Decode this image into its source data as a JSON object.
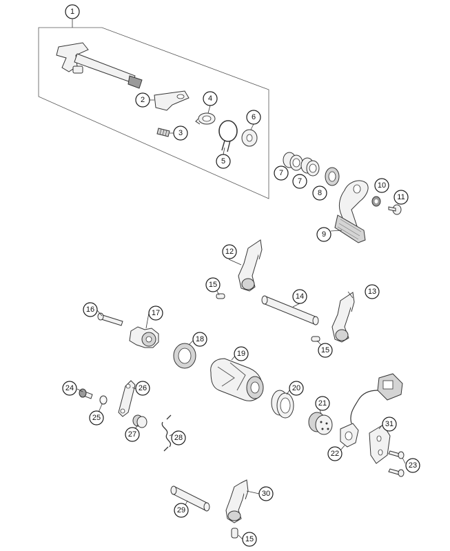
{
  "diagram": {
    "callouts": [
      {
        "id": "c1",
        "label": "1"
      },
      {
        "id": "c2",
        "label": "2"
      },
      {
        "id": "c3",
        "label": "3"
      },
      {
        "id": "c4",
        "label": "4"
      },
      {
        "id": "c5",
        "label": "5"
      },
      {
        "id": "c6",
        "label": "6"
      },
      {
        "id": "c7a",
        "label": "7"
      },
      {
        "id": "c7b",
        "label": "7"
      },
      {
        "id": "c8",
        "label": "8"
      },
      {
        "id": "c9",
        "label": "9"
      },
      {
        "id": "c10",
        "label": "10"
      },
      {
        "id": "c11",
        "label": "11"
      },
      {
        "id": "c12",
        "label": "12"
      },
      {
        "id": "c13",
        "label": "13"
      },
      {
        "id": "c14",
        "label": "14"
      },
      {
        "id": "c15a",
        "label": "15"
      },
      {
        "id": "c15b",
        "label": "15"
      },
      {
        "id": "c15c",
        "label": "15"
      },
      {
        "id": "c16",
        "label": "16"
      },
      {
        "id": "c17",
        "label": "17"
      },
      {
        "id": "c18",
        "label": "18"
      },
      {
        "id": "c19",
        "label": "19"
      },
      {
        "id": "c20",
        "label": "20"
      },
      {
        "id": "c21",
        "label": "21"
      },
      {
        "id": "c22",
        "label": "22"
      },
      {
        "id": "c23",
        "label": "23"
      },
      {
        "id": "c24",
        "label": "24"
      },
      {
        "id": "c25",
        "label": "25"
      },
      {
        "id": "c26",
        "label": "26"
      },
      {
        "id": "c27",
        "label": "27"
      },
      {
        "id": "c28",
        "label": "28"
      },
      {
        "id": "c29",
        "label": "29"
      },
      {
        "id": "c30",
        "label": "30"
      },
      {
        "id": "c31",
        "label": "31"
      }
    ]
  }
}
